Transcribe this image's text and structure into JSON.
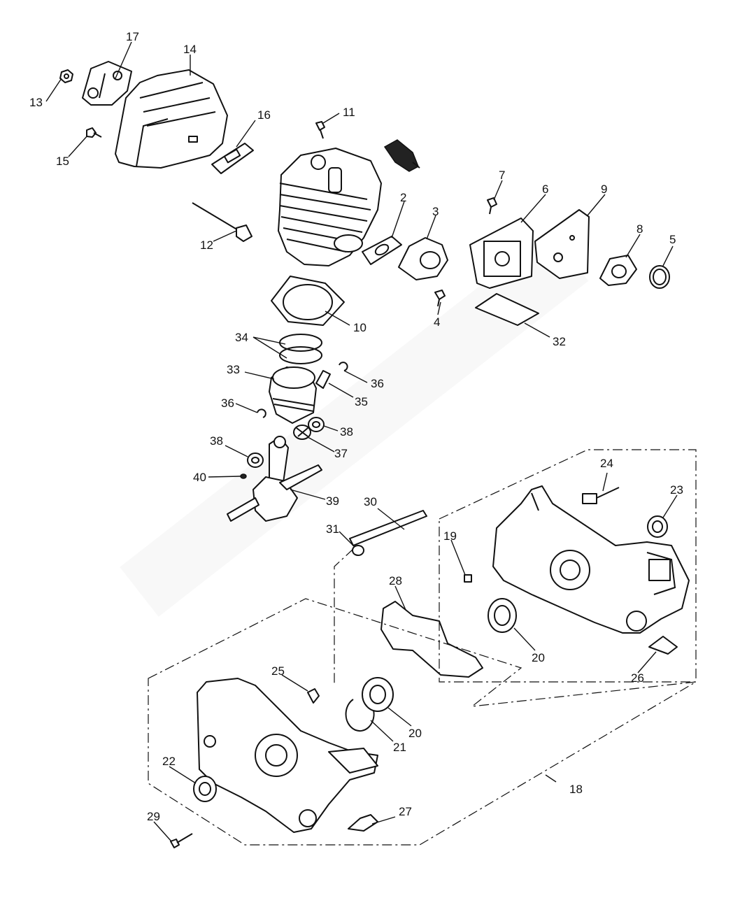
{
  "part_labels": {
    "p2": "2",
    "p3": "3",
    "p4": "4",
    "p5": "5",
    "p6": "6",
    "p7": "7",
    "p8": "8",
    "p9": "9",
    "p10": "10",
    "p11": "11",
    "p12": "12",
    "p13": "13",
    "p14": "14",
    "p15": "15",
    "p16": "16",
    "p17": "17",
    "p18": "18",
    "p19": "19",
    "p20a": "20",
    "p20b": "20",
    "p21": "21",
    "p22": "22",
    "p23": "23",
    "p24": "24",
    "p25": "25",
    "p26": "26",
    "p27": "27",
    "p28": "28",
    "p29": "29",
    "p30": "30",
    "p31": "31",
    "p32": "32",
    "p33": "33",
    "p34": "34",
    "p35": "35",
    "p36a": "36",
    "p36b": "36",
    "p37": "37",
    "p38a": "38",
    "p38b": "38",
    "p39": "39",
    "p40": "40"
  },
  "colors": {
    "line": "#111111",
    "background": "#ffffff",
    "watermark": "#f1f1f1"
  }
}
